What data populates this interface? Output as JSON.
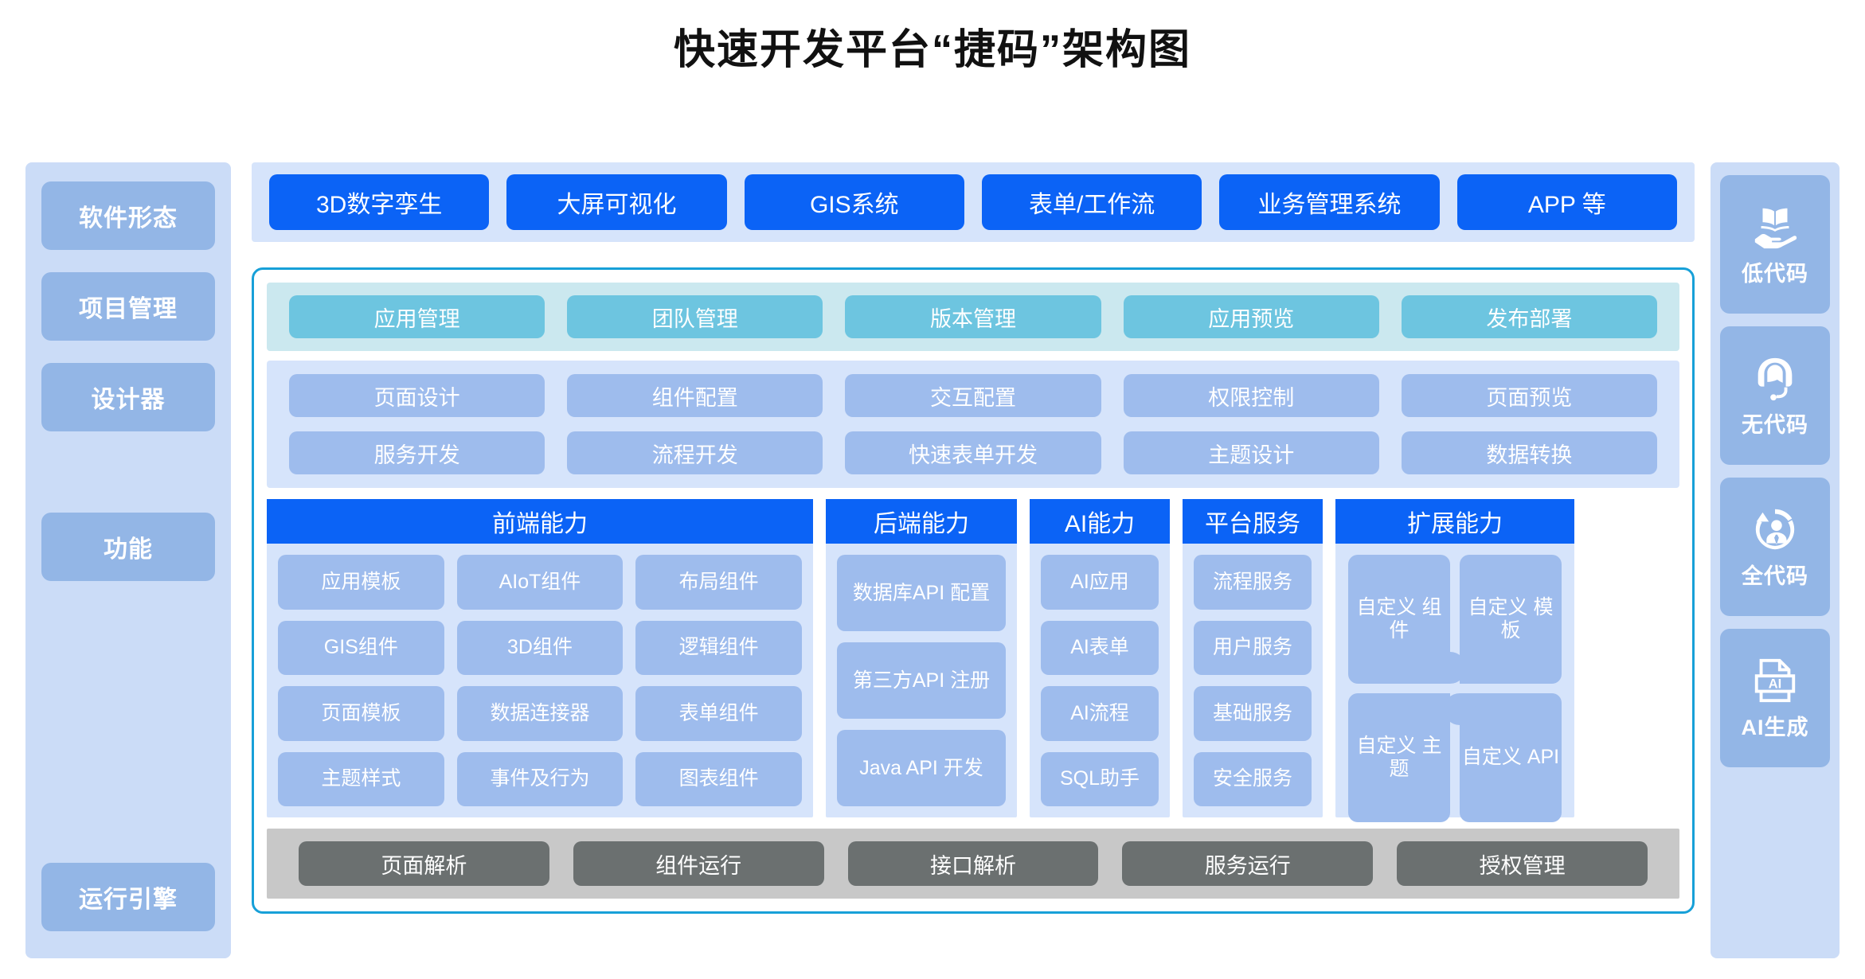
{
  "title": "快速开发平台“捷码”架构图",
  "colors": {
    "brand_blue": "#0b63f6",
    "band_blue": "#d6e4fb",
    "chip_blue": "#9ebced",
    "band_cyan": "#cbe8ef",
    "chip_cyan": "#6dc5e0",
    "rail_bg": "#cbdcf7",
    "rail_chip": "#93b6e6",
    "outline_cyan": "#17a0d8",
    "runtime_band": "#c8c8c8",
    "runtime_chip": "#6b7070"
  },
  "left_rail": {
    "items": [
      {
        "label": "软件形态"
      },
      {
        "label": "项目管理"
      },
      {
        "label": "设计器"
      },
      {
        "label": "功能"
      },
      {
        "label": "运行引擎"
      }
    ]
  },
  "right_rail": {
    "items": [
      {
        "label": "低代码",
        "icon": "book-on-hand-icon"
      },
      {
        "label": "无代码",
        "icon": "headset-support-icon"
      },
      {
        "label": "全代码",
        "icon": "developer-refresh-icon"
      },
      {
        "label": "AI生成",
        "icon": "ai-document-icon"
      }
    ]
  },
  "software_forms": {
    "items": [
      {
        "label": "3D数字孪生"
      },
      {
        "label": "大屏可视化"
      },
      {
        "label": "GIS系统"
      },
      {
        "label": "表单/工作流"
      },
      {
        "label": "业务管理系统"
      },
      {
        "label": "APP 等"
      }
    ]
  },
  "project_management": {
    "items": [
      {
        "label": "应用管理"
      },
      {
        "label": "团队管理"
      },
      {
        "label": "版本管理"
      },
      {
        "label": "应用预览"
      },
      {
        "label": "发布部署"
      }
    ]
  },
  "designer": {
    "row1": [
      {
        "label": "页面设计"
      },
      {
        "label": "组件配置"
      },
      {
        "label": "交互配置"
      },
      {
        "label": "权限控制"
      },
      {
        "label": "页面预览"
      }
    ],
    "row2": [
      {
        "label": "服务开发"
      },
      {
        "label": "流程开发"
      },
      {
        "label": "快速表单开发"
      },
      {
        "label": "主题设计"
      },
      {
        "label": "数据转换"
      }
    ]
  },
  "functions": {
    "frontend": {
      "header": "前端能力",
      "items": [
        {
          "label": "应用模板"
        },
        {
          "label": "AIoT组件"
        },
        {
          "label": "布局组件"
        },
        {
          "label": "GIS组件"
        },
        {
          "label": "3D组件"
        },
        {
          "label": "逻辑组件"
        },
        {
          "label": "页面模板"
        },
        {
          "label": "数据连接器"
        },
        {
          "label": "表单组件"
        },
        {
          "label": "主题样式"
        },
        {
          "label": "事件及行为"
        },
        {
          "label": "图表组件"
        }
      ]
    },
    "backend": {
      "header": "后端能力",
      "items": [
        {
          "label": "数据库API 配置"
        },
        {
          "label": "第三方API 注册"
        },
        {
          "label": "Java API 开发"
        }
      ]
    },
    "ai": {
      "header": "AI能力",
      "items": [
        {
          "label": "AI应用"
        },
        {
          "label": "AI表单"
        },
        {
          "label": "AI流程"
        },
        {
          "label": "SQL助手"
        }
      ]
    },
    "platform": {
      "header": "平台服务",
      "items": [
        {
          "label": "流程服务"
        },
        {
          "label": "用户服务"
        },
        {
          "label": "基础服务"
        },
        {
          "label": "安全服务"
        }
      ]
    },
    "extension": {
      "header": "扩展能力",
      "items": [
        {
          "label": "自定义 组件"
        },
        {
          "label": "自定义 模板"
        },
        {
          "label": "自定义 主题"
        },
        {
          "label": "自定义 API"
        }
      ]
    }
  },
  "runtime_engine": {
    "items": [
      {
        "label": "页面解析"
      },
      {
        "label": "组件运行"
      },
      {
        "label": "接口解析"
      },
      {
        "label": "服务运行"
      },
      {
        "label": "授权管理"
      }
    ]
  }
}
